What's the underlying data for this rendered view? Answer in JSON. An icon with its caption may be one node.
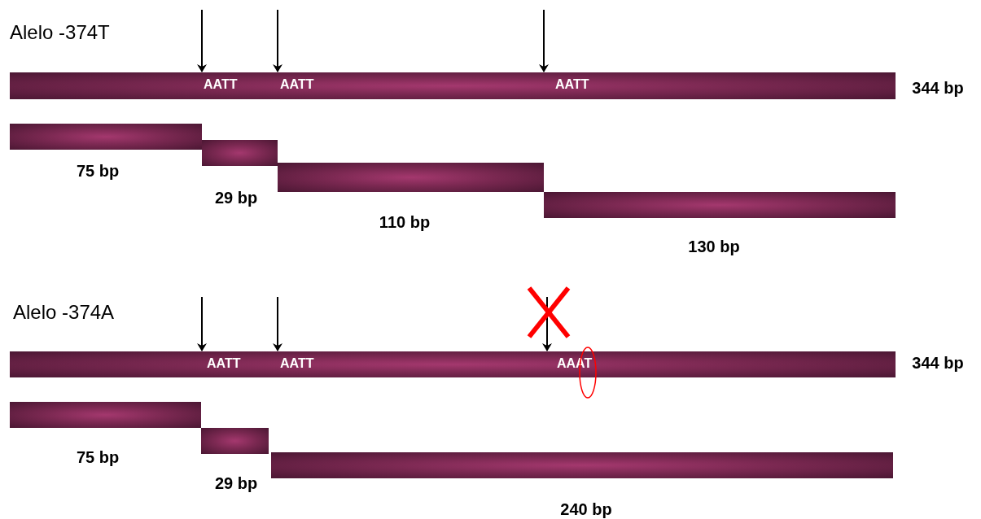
{
  "diagram": {
    "nodes": [
      {
        "text": [
          "AATT",
          "AATT",
          "AATT"
        ],
        "beside": [
          "344 bp"
        ]
      },
      {
        "text": [],
        "shape": "bar",
        "beside": [
          "75 bp"
        ]
      },
      {
        "text": [],
        "shape": "bar",
        "beside": [
          "29 bp"
        ]
      },
      {
        "text": [],
        "shape": "bar",
        "beside": [
          "110 bp"
        ]
      },
      {
        "text": [],
        "shape": "bar",
        "beside": [
          "130 bp"
        ]
      },
      {
        "text": [
          "AATT",
          "AATT",
          "AAAT"
        ],
        "beside": [
          "344 bp"
        ]
      },
      {
        "text": [],
        "shape": "bar",
        "beside": [
          "75 bp"
        ]
      },
      {
        "text": [],
        "shape": "bar",
        "beside": [
          "29 bp"
        ]
      },
      {
        "text": [],
        "shape": "bar",
        "beside": [
          "240 bp"
        ]
      }
    ],
    "edges": [
      {
        "from": null,
        "to": 0,
        "arrow": "to"
      },
      {
        "from": null,
        "to": 0,
        "arrow": "to"
      },
      {
        "from": null,
        "to": 0,
        "arrow": "to"
      },
      {
        "from": null,
        "to": 5,
        "arrow": "to"
      },
      {
        "from": null,
        "to": 5,
        "arrow": "to"
      },
      {
        "from": null,
        "to": 5,
        "arrow": "to"
      }
    ],
    "labels": [
      "Alelo -374T",
      "Alelo -374A"
    ]
  }
}
